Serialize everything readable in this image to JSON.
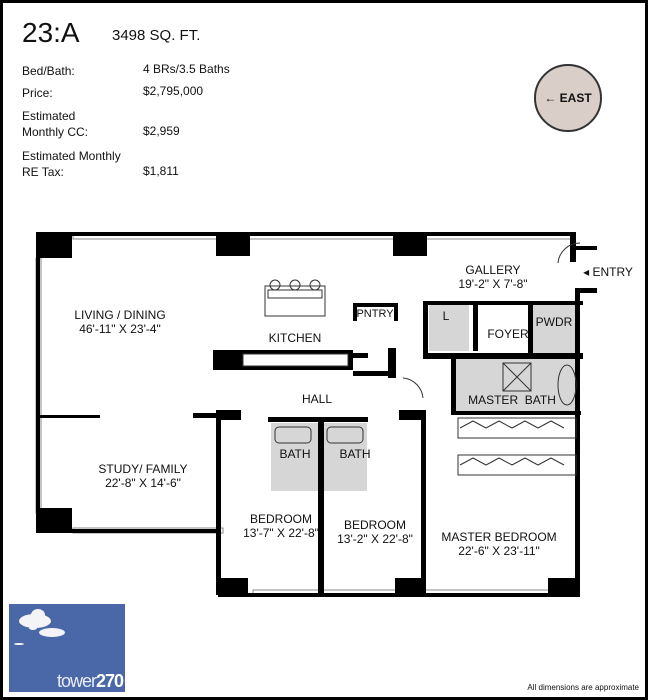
{
  "unit": "23:A",
  "sqft": "3498 SQ. FT.",
  "details": [
    {
      "label": "Bed/Bath:",
      "value": "4 BRs/3.5 Baths"
    },
    {
      "label": "Price:",
      "value": "$2,795,000"
    },
    {
      "label": "Estimated Monthly CC:",
      "value": "$2,959"
    },
    {
      "label": "Estimated Monthly RE Tax:",
      "value": "$1,811"
    }
  ],
  "compass": {
    "label": "← EAST"
  },
  "entry": "◂ ENTRY",
  "rooms": {
    "living": {
      "name": "LIVING / DINING",
      "dim": "46'-11\" X 23'-4\""
    },
    "kitchen": {
      "name": "KITCHEN"
    },
    "pantry": {
      "name": "PNTRY"
    },
    "gallery": {
      "name": "GALLERY",
      "dim": "19'-2\" X 7'-8\""
    },
    "laundry": {
      "name": "L"
    },
    "foyer": {
      "name": "FOYER"
    },
    "powder": {
      "name": "PWDR"
    },
    "hall": {
      "name": "HALL"
    },
    "master_bath": {
      "name": "MASTER  BATH"
    },
    "bath1": {
      "name": "BATH"
    },
    "bath2": {
      "name": "BATH"
    },
    "study": {
      "name": "STUDY/ FAMILY",
      "dim": "22'-8\" X 14'-6\""
    },
    "bedroom1": {
      "name": "BEDROOM",
      "dim": "13'-7\" X 22'-8\""
    },
    "bedroom2": {
      "name": "BEDROOM",
      "dim": "13'-2\" X 22'-8\""
    },
    "master_bedroom": {
      "name": "MASTER BEDROOM",
      "dim": "22'-6\" X 23'-11\""
    }
  },
  "logo": {
    "prefix": "tower",
    "suffix": "270"
  },
  "disclaimer": "All dimensions are approximate"
}
